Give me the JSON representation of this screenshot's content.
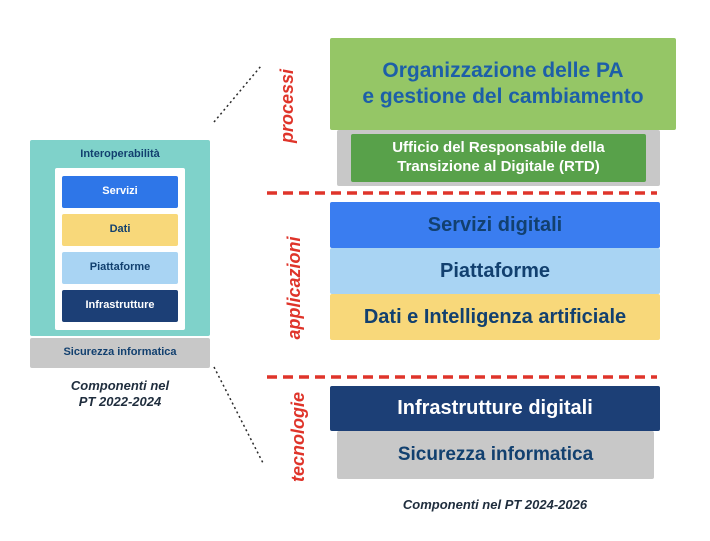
{
  "colors": {
    "teal": "#7fd2ca",
    "bright_blue": "#3a7df0",
    "yellow": "#f8d87a",
    "light_blue": "#a9d4f3",
    "navy": "#1c3f76",
    "gray": "#c8c8c8",
    "light_green": "#95c666",
    "dark_green": "#58a14a",
    "red": "#df342a",
    "heading_blue": "#1d5fa8",
    "heading_navy": "#12406f"
  },
  "left_diagram": {
    "container_label": "Interoperabilità",
    "layers": [
      {
        "label": "Servizi"
      },
      {
        "label": "Dati"
      },
      {
        "label": "Piattaforme"
      },
      {
        "label": "Infrastrutture"
      }
    ],
    "security_label": "Sicurezza informatica",
    "caption_line1": "Componenti nel",
    "caption_line2": "PT 2022-2024"
  },
  "right_diagram": {
    "side_labels": [
      "processi",
      "applicazioni",
      "tecnologie"
    ],
    "processi": {
      "org_line1": "Organizzazione delle PA",
      "org_line2": "e gestione del cambiamento",
      "rtd_line1": "Ufficio del Responsabile della",
      "rtd_line2": "Transizione al Digitale (RTD)"
    },
    "applicazioni": {
      "servizi_digitali": "Servizi digitali",
      "piattaforme": "Piattaforme",
      "dati_ia": "Dati e Intelligenza artificiale"
    },
    "tecnologie": {
      "infrastrutture_digitali": "Infrastrutture digitali",
      "sicurezza_informatica": "Sicurezza informatica"
    },
    "caption": "Componenti nel PT 2024-2026"
  }
}
